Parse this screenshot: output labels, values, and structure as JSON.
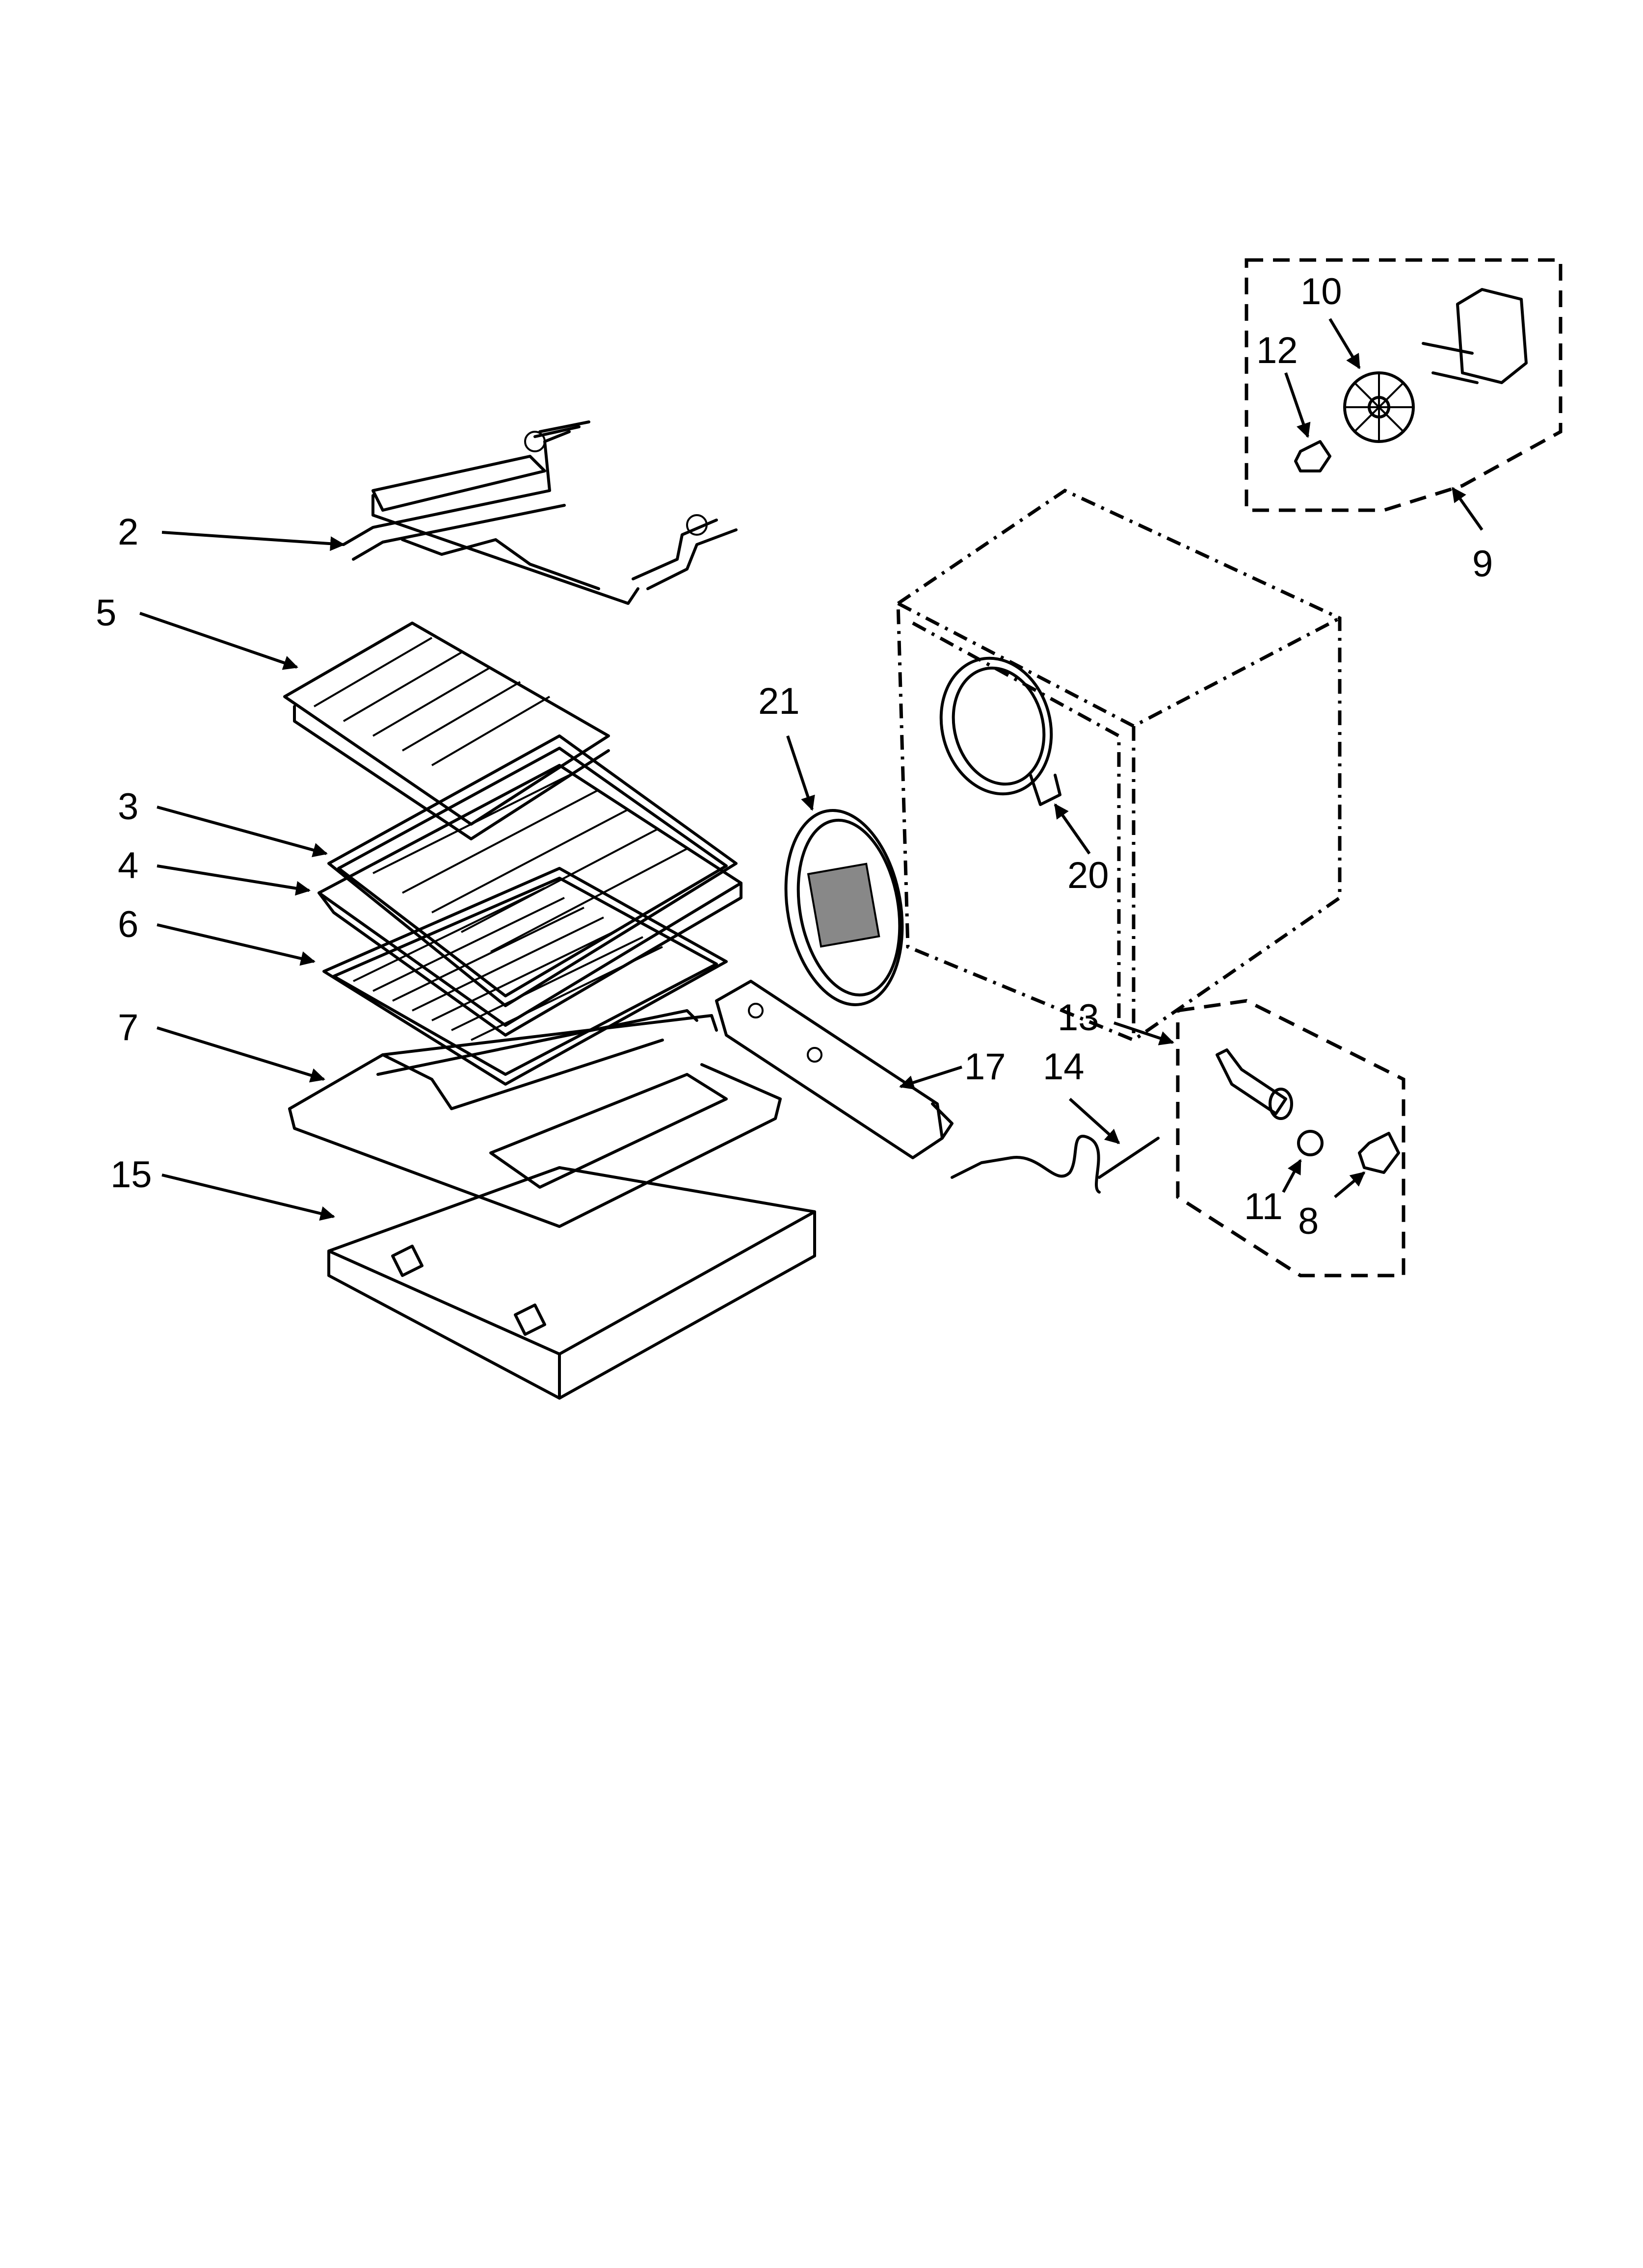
{
  "callouts": {
    "c2": "2",
    "c5": "5",
    "c3": "3",
    "c4": "4",
    "c6": "6",
    "c7": "7",
    "c15": "15",
    "c21": "21",
    "c20": "20",
    "c17": "17",
    "c13": "13",
    "c14": "14",
    "c11": "11",
    "c8": "8",
    "c9": "9",
    "c10": "10",
    "c12": "12"
  }
}
